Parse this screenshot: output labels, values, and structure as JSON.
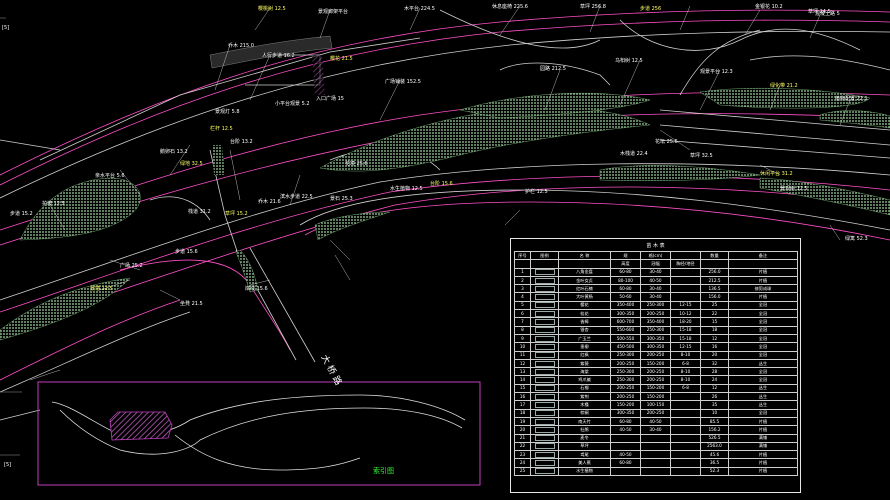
{
  "drawing": {
    "left_scale_top": "[5]",
    "left_scale_bottom": "[5]",
    "bridge_label": "大桥路",
    "index_map_label": "索引图"
  },
  "plan_labels": [
    {
      "text": "樱桃树 12.5"
    },
    {
      "text": "景观廊架平台"
    },
    {
      "text": "木平台 224.5"
    },
    {
      "text": "休息座椅 225.6"
    },
    {
      "text": "草坪 256.8"
    },
    {
      "text": "步道 256"
    },
    {
      "text": "金银花 10.2"
    },
    {
      "text": "混凝土路 5"
    },
    {
      "text": "乔木 215.0"
    },
    {
      "text": "人行步道 16.2"
    },
    {
      "text": "樱花 21.5"
    },
    {
      "text": "广场铺装 152.5"
    },
    {
      "text": "园路 212.5"
    },
    {
      "text": "乌桕树 12.5"
    },
    {
      "text": "观景平台 12.3"
    },
    {
      "text": "绿化带 21.2"
    },
    {
      "text": "植物配置 22.1"
    },
    {
      "text": "草坪 24.5"
    },
    {
      "text": "小平台观景 5.2"
    },
    {
      "text": "景观灯 5.8"
    },
    {
      "text": "栏杆 12.5"
    },
    {
      "text": "台阶 13.2"
    },
    {
      "text": "入口广场 15"
    },
    {
      "text": "花境 25.6"
    },
    {
      "text": "鹅卵石 13.2"
    },
    {
      "text": "绿地 32.5"
    },
    {
      "text": "亲水平台 5.6"
    },
    {
      "text": "步道 15.2"
    },
    {
      "text": "护坡 12.5"
    },
    {
      "text": "栈道 31.2"
    },
    {
      "text": "草坪 15.2"
    },
    {
      "text": "乔木 21.6"
    },
    {
      "text": "滨水步道 22.5"
    },
    {
      "text": "景石 25.3"
    },
    {
      "text": "水生植物 12.5"
    },
    {
      "text": "台阶 15.6"
    },
    {
      "text": "护栏 12.5"
    },
    {
      "text": "木栈道 22.4"
    },
    {
      "text": "花坛 25.6"
    },
    {
      "text": "草坪 32.5"
    },
    {
      "text": "休闲平台 31.2"
    },
    {
      "text": "景观树 12.5"
    },
    {
      "text": "绿篱 52.3"
    },
    {
      "text": "步道 15.6"
    },
    {
      "text": "广场 25.2"
    },
    {
      "text": "景墙 12.5"
    },
    {
      "text": "坐凳 21.5"
    },
    {
      "text": "岸线 15.6"
    }
  ],
  "legend": {
    "title": "苗 木 表",
    "header_row1": [
      "序号",
      "图例",
      "名 称",
      "规",
      "格(cm)",
      "",
      "数量",
      "备注"
    ],
    "header_row2": [
      "",
      "",
      "",
      "高度",
      "冠幅",
      "胸径/地径",
      "",
      ""
    ],
    "rows": [
      [
        "1",
        "",
        "八角金盘",
        "60-80",
        "30-40",
        "",
        "256.0",
        "片植"
      ],
      [
        "2",
        "",
        "金叶女贞",
        "80-100",
        "40-50",
        "",
        "212.5",
        "片植"
      ],
      [
        "3",
        "",
        "红叶石楠",
        "60-80",
        "30-40",
        "",
        "136.5",
        "修剪成球"
      ],
      [
        "4",
        "",
        "大叶黄杨",
        "50-60",
        "30-40",
        "",
        "156.0",
        "片植"
      ],
      [
        "5",
        "",
        "樱花",
        "350-400",
        "250-300",
        "12-15",
        "25",
        "全冠"
      ],
      [
        "6",
        "",
        "桂花",
        "300-350",
        "200-250",
        "10-12",
        "22",
        "全冠"
      ],
      [
        "7",
        "",
        "香樟",
        "600-700",
        "350-400",
        "18-20",
        "15",
        "全冠"
      ],
      [
        "8",
        "",
        "银杏",
        "550-600",
        "250-300",
        "15-18",
        "18",
        "全冠"
      ],
      [
        "9",
        "",
        "广玉兰",
        "500-550",
        "300-350",
        "15-18",
        "12",
        "全冠"
      ],
      [
        "10",
        "",
        "垂柳",
        "450-500",
        "300-350",
        "12-15",
        "16",
        "全冠"
      ],
      [
        "11",
        "",
        "红枫",
        "250-300",
        "200-250",
        "8-10",
        "20",
        "全冠"
      ],
      [
        "12",
        "",
        "紫薇",
        "200-250",
        "150-200",
        "6-8",
        "32",
        "丛生"
      ],
      [
        "13",
        "",
        "海棠",
        "250-300",
        "200-250",
        "8-10",
        "28",
        "全冠"
      ],
      [
        "14",
        "",
        "鸡爪槭",
        "250-300",
        "200-250",
        "8-10",
        "24",
        "全冠"
      ],
      [
        "15",
        "",
        "石榴",
        "200-250",
        "150-200",
        "6-8",
        "12",
        "丛生"
      ],
      [
        "16",
        "",
        "紫荆",
        "200-250",
        "150-200",
        "",
        "26",
        "丛生"
      ],
      [
        "17",
        "",
        "木槿",
        "150-200",
        "100-150",
        "",
        "35",
        "丛生"
      ],
      [
        "18",
        "",
        "棕榈",
        "300-350",
        "200-250",
        "",
        "10",
        "全冠"
      ],
      [
        "19",
        "",
        "南天竹",
        "60-80",
        "40-50",
        "",
        "85.5",
        "片植"
      ],
      [
        "20",
        "",
        "杜鹃",
        "40-50",
        "30-40",
        "",
        "156.2",
        "片植"
      ],
      [
        "21",
        "",
        "麦冬",
        "",
        "",
        "",
        "526.5",
        "满铺"
      ],
      [
        "22",
        "",
        "草坪",
        "",
        "",
        "",
        "2563.0",
        "满铺"
      ],
      [
        "23",
        "",
        "鸢尾",
        "40-50",
        "",
        "",
        "45.6",
        "片植"
      ],
      [
        "24",
        "",
        "美人蕉",
        "60-80",
        "",
        "",
        "36.5",
        "片植"
      ],
      [
        "25",
        "",
        "水生植物",
        "",
        "",
        "",
        "52.3",
        "片植"
      ]
    ]
  },
  "colors": {
    "background": "#000000",
    "boundary": "#ff4fc8",
    "grid": "#8a8a8a",
    "hatch": "#9bd19b",
    "text": "#ffffff",
    "highlight": "#ffff66",
    "index_map": "#c040c0"
  }
}
